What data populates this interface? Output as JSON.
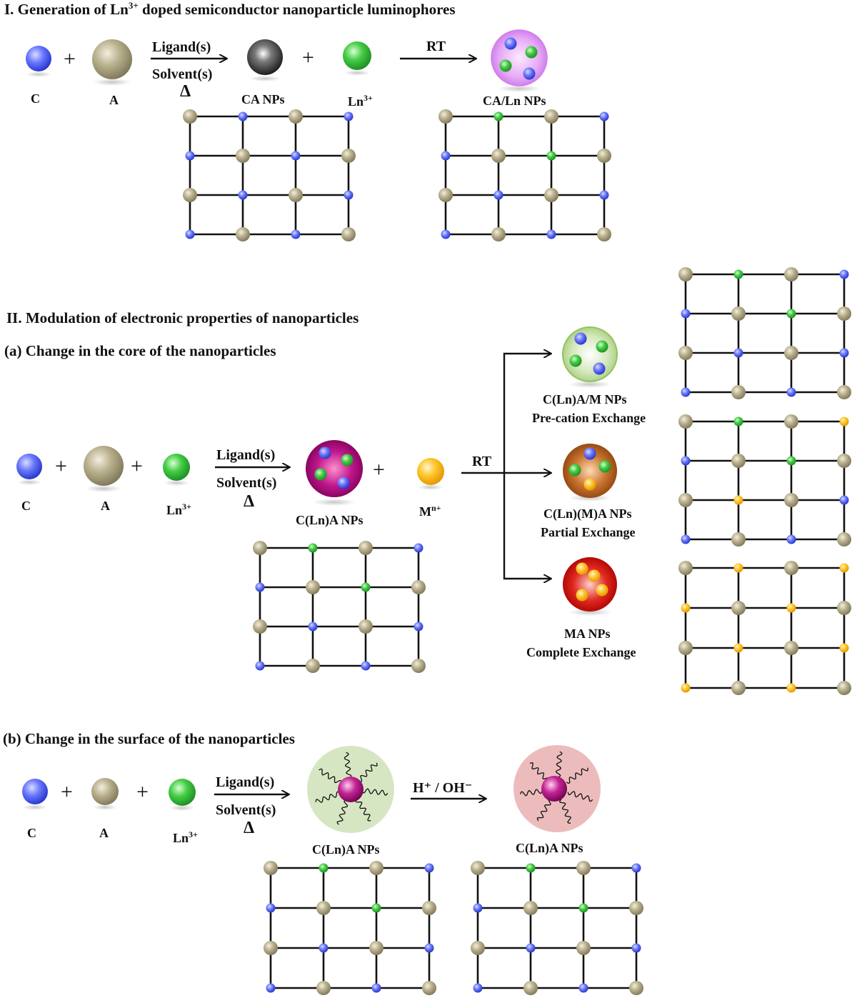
{
  "section1": {
    "title_prefix": "I. Generation of Ln",
    "title_sup": "3+",
    "title_suffix": " doped semiconductor nanoparticle luminophores",
    "label_c": "C",
    "label_a": "A",
    "ligand": "Ligand(s)",
    "solvent": "Solvent(s)",
    "heat": "Δ",
    "label_ca_nps": "CA NPs",
    "label_ln_base": "Ln",
    "label_ln_sup": "3+",
    "rt": "RT",
    "label_caln_nps": "CA/Ln NPs"
  },
  "section2": {
    "title": "II. Modulation of electronic properties of nanoparticles",
    "subtitle_a": "(a) Change in the core of the nanoparticles",
    "label_c": "C",
    "label_a": "A",
    "label_ln_base": "Ln",
    "label_ln_sup": "3+",
    "ligand": "Ligand(s)",
    "solvent": "Solvent(s)",
    "heat": "Δ",
    "label_clna_nps": "C(Ln)A NPs",
    "label_m_base": "M",
    "label_m_sup": "n+",
    "rt": "RT",
    "out1_name": "C(Ln)A/M NPs",
    "out1_desc": "Pre-cation Exchange",
    "out2_name": "C(Ln)(M)A NPs",
    "out2_desc": "Partial Exchange",
    "out3_name": "MA NPs",
    "out3_desc": "Complete Exchange"
  },
  "section2b": {
    "subtitle_b": "(b) Change in the surface of the nanoparticles",
    "label_c": "C",
    "label_a": "A",
    "label_ln_base": "Ln",
    "label_ln_sup": "3+",
    "ligand": "Ligand(s)",
    "solvent": "Solvent(s)",
    "heat": "Δ",
    "reagent": "H⁺ / OH⁻",
    "label_np1": "C(Ln)A NPs",
    "label_np2": "C(Ln)A NPs"
  },
  "colors": {
    "cation_blue": "#4a5cf0",
    "anion_tan": "#a39a76",
    "lanthanide_green": "#2fb63a",
    "metal_yellow": "#f4b41a",
    "ca_np_black": "#222222",
    "caln_np_violet": "#d68cf0",
    "clna_np_magenta": "#b0127f",
    "premix_np_green": "#a8cf7d",
    "partial_np_brown": "#b05d22",
    "complete_np_red": "#cc1111",
    "surface_np1_bg": "#d7e6c2",
    "surface_np2_bg": "#ecbcbc"
  },
  "lattices": {
    "latt_1a": [
      "A",
      "C",
      "A",
      "C",
      "C",
      "A",
      "C",
      "A",
      "A",
      "C",
      "A",
      "C",
      "C",
      "A",
      "C",
      "A"
    ],
    "latt_1b": [
      "A",
      "L",
      "A",
      "C",
      "C",
      "A",
      "L",
      "A",
      "A",
      "C",
      "A",
      "C",
      "C",
      "A",
      "C",
      "A"
    ],
    "latt_2a": [
      "A",
      "L",
      "A",
      "C",
      "C",
      "A",
      "L",
      "A",
      "A",
      "C",
      "A",
      "C",
      "C",
      "A",
      "C",
      "A"
    ],
    "latt_2o1": [
      "A",
      "L",
      "A",
      "C",
      "C",
      "A",
      "L",
      "A",
      "A",
      "C",
      "A",
      "C",
      "C",
      "A",
      "C",
      "A"
    ],
    "latt_2o2": [
      "A",
      "L",
      "A",
      "M",
      "C",
      "A",
      "L",
      "A",
      "A",
      "M",
      "A",
      "C",
      "C",
      "A",
      "C",
      "A"
    ],
    "latt_2o3": [
      "A",
      "M",
      "A",
      "M",
      "M",
      "A",
      "M",
      "A",
      "A",
      "M",
      "A",
      "M",
      "M",
      "A",
      "M",
      "A"
    ],
    "latt_3a": [
      "A",
      "L",
      "A",
      "C",
      "C",
      "A",
      "L",
      "A",
      "A",
      "C",
      "A",
      "C",
      "C",
      "A",
      "C",
      "A"
    ],
    "latt_3b": [
      "A",
      "L",
      "A",
      "C",
      "C",
      "A",
      "L",
      "A",
      "A",
      "C",
      "A",
      "C",
      "C",
      "A",
      "C",
      "A"
    ]
  }
}
